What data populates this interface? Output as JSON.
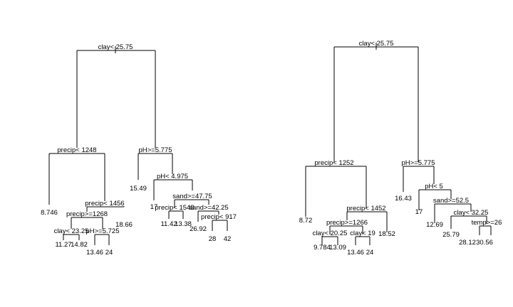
{
  "trees": [
    {
      "splits": [
        {
          "id": "t1-root",
          "label": "clay< 25.75"
        },
        {
          "id": "t1-l",
          "label": "precip< 1248"
        },
        {
          "id": "t1-r",
          "label": "pH>=5.775"
        },
        {
          "id": "t1-lr",
          "label": "precip< 1456"
        },
        {
          "id": "t1-lrl",
          "label": "precip>=1268"
        },
        {
          "id": "t1-lrll",
          "label": "clay< 23.25"
        },
        {
          "id": "t1-lrlr",
          "label": "pH>=5.725"
        },
        {
          "id": "t1-rr",
          "label": "pH< 4.975"
        },
        {
          "id": "t1-rrr",
          "label": "sand>=47.75"
        },
        {
          "id": "t1-rrrl",
          "label": "precip< 1548"
        },
        {
          "id": "t1-rrrr",
          "label": "sand>=42.25"
        },
        {
          "id": "t1-rrrrr",
          "label": "precip< 917"
        }
      ],
      "leaves": [
        {
          "id": "t1-leaf-1",
          "label": "8.746"
        },
        {
          "id": "t1-leaf-2",
          "label": "11.27"
        },
        {
          "id": "t1-leaf-3",
          "label": "14.82"
        },
        {
          "id": "t1-leaf-4",
          "label": "13.46"
        },
        {
          "id": "t1-leaf-5",
          "label": "24"
        },
        {
          "id": "t1-leaf-6",
          "label": "18.66"
        },
        {
          "id": "t1-leaf-7",
          "label": "15.49"
        },
        {
          "id": "t1-leaf-8",
          "label": "17"
        },
        {
          "id": "t1-leaf-9",
          "label": "11.42"
        },
        {
          "id": "t1-leaf-10",
          "label": "13.38"
        },
        {
          "id": "t1-leaf-11",
          "label": "26.92"
        },
        {
          "id": "t1-leaf-12",
          "label": "28"
        },
        {
          "id": "t1-leaf-13",
          "label": "42"
        }
      ]
    },
    {
      "splits": [
        {
          "id": "t2-root",
          "label": "clay< 25.75"
        },
        {
          "id": "t2-l",
          "label": "precip< 1252"
        },
        {
          "id": "t2-r",
          "label": "pH>=5.775"
        },
        {
          "id": "t2-lr",
          "label": "precip< 1452"
        },
        {
          "id": "t2-lrl",
          "label": "precip>=1266"
        },
        {
          "id": "t2-lrll",
          "label": "clay< 20.25"
        },
        {
          "id": "t2-lrlr",
          "label": "clay< 19"
        },
        {
          "id": "t2-rr",
          "label": "pH< 5"
        },
        {
          "id": "t2-rrr",
          "label": "sand>=52.5"
        },
        {
          "id": "t2-rrrr",
          "label": "clay< 32.25"
        },
        {
          "id": "t2-rrrrr",
          "label": "temp>=26"
        }
      ],
      "leaves": [
        {
          "id": "t2-leaf-1",
          "label": "8.72"
        },
        {
          "id": "t2-leaf-2",
          "label": "9.784"
        },
        {
          "id": "t2-leaf-3",
          "label": "13.09"
        },
        {
          "id": "t2-leaf-4",
          "label": "13.46"
        },
        {
          "id": "t2-leaf-5",
          "label": "24"
        },
        {
          "id": "t2-leaf-6",
          "label": "18.52"
        },
        {
          "id": "t2-leaf-7",
          "label": "16.43"
        },
        {
          "id": "t2-leaf-8",
          "label": "17"
        },
        {
          "id": "t2-leaf-9",
          "label": "12.69"
        },
        {
          "id": "t2-leaf-10",
          "label": "25.79"
        },
        {
          "id": "t2-leaf-11",
          "label": "28.12"
        },
        {
          "id": "t2-leaf-12",
          "label": "30.56"
        }
      ]
    }
  ]
}
